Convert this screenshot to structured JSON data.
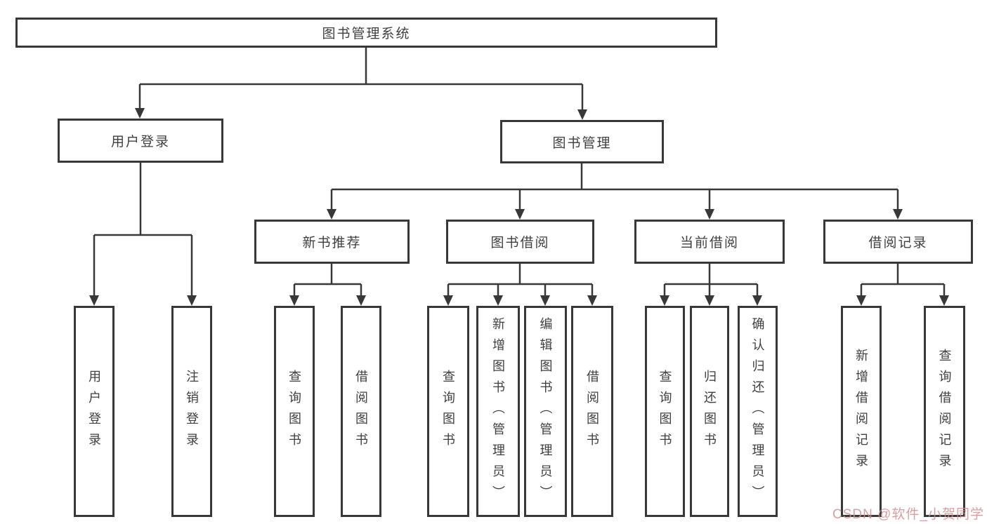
{
  "tree": {
    "label": "图书管理系统",
    "children": [
      {
        "label": "用户登录",
        "children": [
          {
            "label": "用户登录"
          },
          {
            "label": "注销登录"
          }
        ]
      },
      {
        "label": "图书管理",
        "children": [
          {
            "label": "新书推荐",
            "children": [
              {
                "label": "查询图书"
              },
              {
                "label": "借阅图书"
              }
            ]
          },
          {
            "label": "图书借阅",
            "children": [
              {
                "label": "查询图书"
              },
              {
                "label": "新增图书（管理员）"
              },
              {
                "label": "编辑图书（管理员）"
              },
              {
                "label": "借阅图书"
              }
            ]
          },
          {
            "label": "当前借阅",
            "children": [
              {
                "label": "查询图书"
              },
              {
                "label": "归还图书"
              },
              {
                "label": "确认归还（管理员）"
              }
            ]
          },
          {
            "label": "借阅记录",
            "children": [
              {
                "label": "新增借阅记录"
              },
              {
                "label": "查询借阅记录"
              }
            ]
          }
        ]
      }
    ]
  },
  "watermark": "CSDN @软件_小贺同学",
  "colors": {
    "line": "#383838",
    "text": "#3f3f3f",
    "watermark": "#d08f8f",
    "background": "#ffffff"
  }
}
